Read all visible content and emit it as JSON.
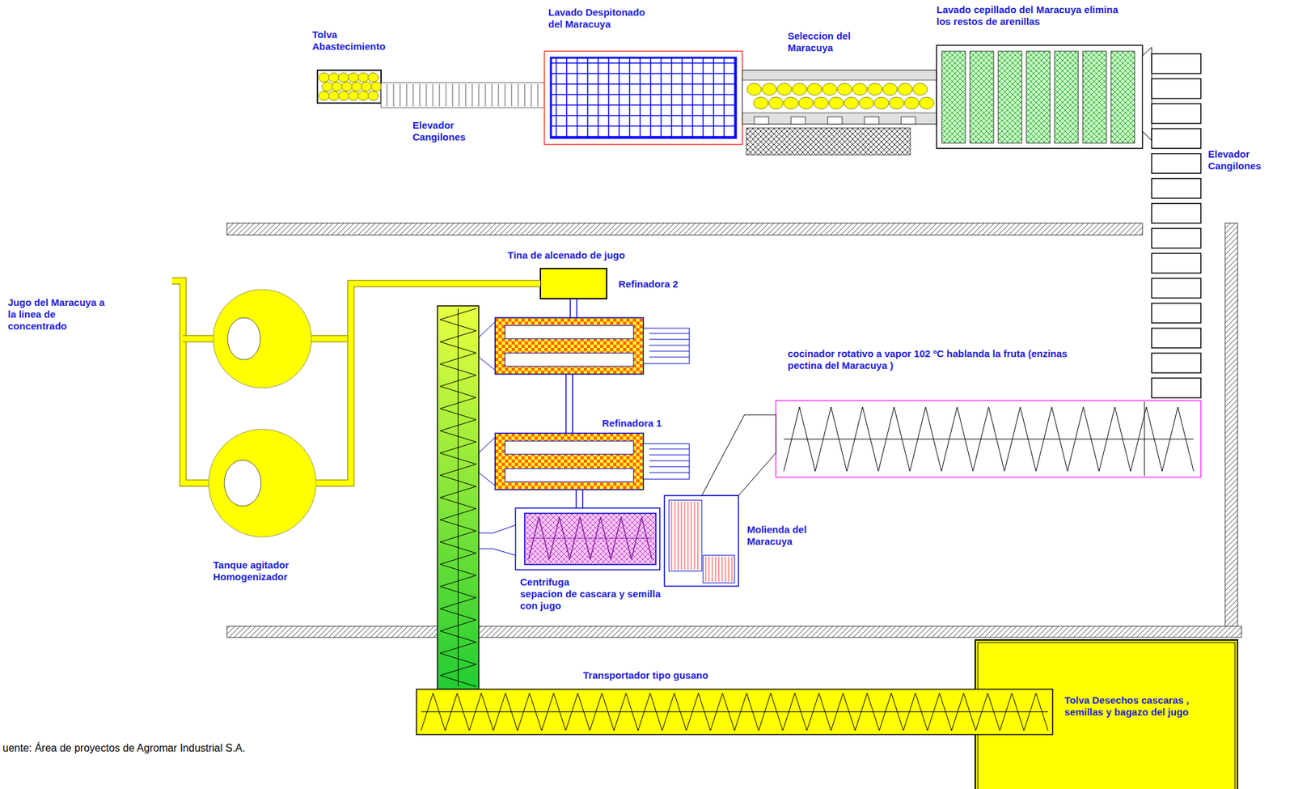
{
  "diagram": {
    "caption": "uente: Área de proyectos de Agromar Industrial S.A.",
    "nodes": [
      {
        "text": [
          "Tolva Abastecimiento"
        ]
      },
      {
        "text": [
          "Elevador Cangilones"
        ]
      },
      {
        "text": [
          "Lavado Despitonado del Maracuya"
        ]
      },
      {
        "text": [
          "Seleccion del Maracuya"
        ]
      },
      {
        "text": [
          "Lavado cepillado del Maracuya elimina los restos de arenillas"
        ]
      },
      {
        "text": [
          "Elevador Cangilones"
        ]
      },
      {
        "text": [
          "Tina de alcenado de jugo"
        ]
      },
      {
        "text": [
          "Refinadora 2"
        ]
      },
      {
        "text": [
          "Refinadora 1"
        ]
      },
      {
        "text": [
          "cocinador rotativo a vapor 102 ºC hablanda la fruta (enzinas pectina del Maracuya )"
        ]
      },
      {
        "text": [
          "Molienda del Maracuya"
        ]
      },
      {
        "text": [
          "Centrifuga",
          "sepacion de cascara y semilla con jugo"
        ]
      },
      {
        "text": [
          "Tanque agitador Homogenizador"
        ]
      },
      {
        "text": [
          "Transportador tipo gusano"
        ]
      },
      {
        "text": [
          "Tolva Desechos cascaras , semillas y bagazo del jugo"
        ]
      }
    ],
    "edges": [
      {
        "from": 11,
        "to": 8,
        "arrow": "none"
      },
      {
        "from": 8,
        "to": 7,
        "arrow": "none"
      },
      {
        "from": 7,
        "to": 6,
        "arrow": "none"
      },
      {
        "from": 6,
        "to": 12,
        "arrow": "none"
      }
    ],
    "labels": [
      "Jugo del Maracuya a la linea de concentrado"
    ]
  }
}
